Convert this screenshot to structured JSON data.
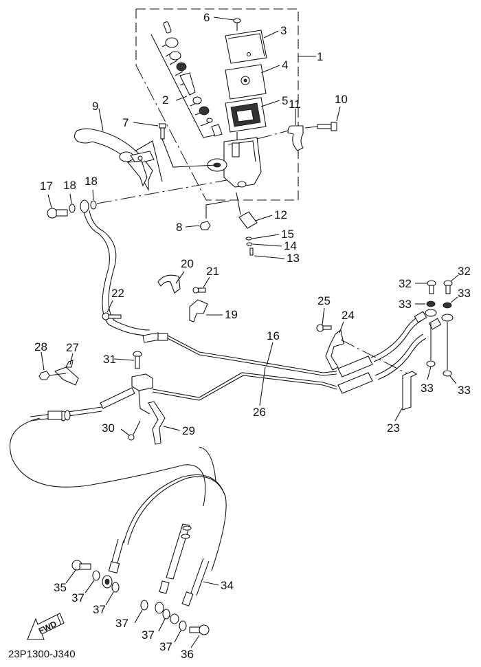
{
  "diagram": {
    "title": "Front Master Cylinder / Brake Hose Exploded View",
    "catalog_code": "23P1300-J340",
    "direction_indicator": "FWD",
    "callouts": {
      "c1": "1",
      "c2": "2",
      "c3": "3",
      "c4": "4",
      "c5": "5",
      "c6": "6",
      "c7": "7",
      "c8": "8",
      "c9": "9",
      "c10": "10",
      "c11": "11",
      "c12": "12",
      "c13": "13",
      "c14": "14",
      "c15": "15",
      "c16": "16",
      "c17": "17",
      "c18a": "18",
      "c18b": "18",
      "c19": "19",
      "c20": "20",
      "c21": "21",
      "c22": "22",
      "c23": "23",
      "c24": "24",
      "c25": "25",
      "c26": "26",
      "c27": "27",
      "c28": "28",
      "c29": "29",
      "c30": "30",
      "c31": "31",
      "c32a": "32",
      "c32b": "32",
      "c33a": "33",
      "c33b": "33",
      "c33c": "33",
      "c33d": "33",
      "c34": "34",
      "c35": "35",
      "c36": "36",
      "c37a": "37",
      "c37b": "37",
      "c37c": "37",
      "c37d": "37",
      "c37e": "37"
    }
  }
}
